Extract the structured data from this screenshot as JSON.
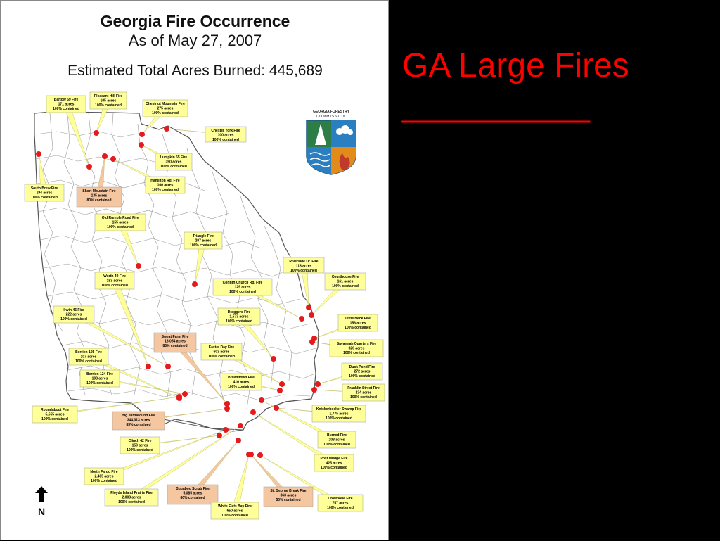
{
  "map_panel": {
    "title": "Georgia Fire Occurrence",
    "date_line": "As of May 27, 2007",
    "acres_line": "Estimated Total Acres Burned: 445,689",
    "north_label": "N",
    "logo_lines": [
      "GEORGIA FORESTRY",
      "COMMISSION"
    ]
  },
  "slide": {
    "title": "GA Large Fires",
    "rule": "__________"
  },
  "colors": {
    "label_yellow": "#ffff99",
    "label_peach": "#f4c7a1",
    "fire_dot": "#e41a1c",
    "title_red": "#ff0000"
  },
  "fires": [
    {
      "lines": [
        "Bartow 59 Fire",
        "171 acres",
        "100% contained"
      ],
      "style": "yellow"
    },
    {
      "lines": [
        "Pleasant Hill Fire",
        "105 acres",
        "100% contained"
      ],
      "style": "yellow"
    },
    {
      "lines": [
        "Chestnut Mountain Fire",
        "275 acres",
        "100% contained"
      ],
      "style": "yellow"
    },
    {
      "lines": [
        "Chester York Fire",
        "100 acres",
        "100% contained"
      ],
      "style": "yellow"
    },
    {
      "lines": [
        "Lumpkin 55 Fire",
        "390 acres",
        "100% contained"
      ],
      "style": "yellow"
    },
    {
      "lines": [
        "Hamilton Rd. Fire",
        "160 acres",
        "100% contained"
      ],
      "style": "yellow"
    },
    {
      "lines": [
        "South Brew Fire",
        "194 acres",
        "100% contained"
      ],
      "style": "yellow"
    },
    {
      "lines": [
        "Short Mountain Fire",
        "135 acres",
        "80% contained"
      ],
      "style": "peach"
    },
    {
      "lines": [
        "Old Rumble Road Fire",
        "155 acres",
        "100% contained"
      ],
      "style": "yellow"
    },
    {
      "lines": [
        "Triangle Fire",
        "207 acres",
        "100% contained"
      ],
      "style": "yellow"
    },
    {
      "lines": [
        "Riverside Dr. Fire",
        "118 acres",
        "100% contained"
      ],
      "style": "yellow"
    },
    {
      "lines": [
        "Courthouse Fire",
        "161 acres",
        "100% contained"
      ],
      "style": "yellow"
    },
    {
      "lines": [
        "Worth 49 Fire",
        "183 acres",
        "100% contained"
      ],
      "style": "yellow"
    },
    {
      "lines": [
        "Corinth Church Rd. Fire",
        "129 acres",
        "100% contained"
      ],
      "style": "yellow"
    },
    {
      "lines": [
        "Irwin 45 Fire",
        "222 acres",
        "100% contained"
      ],
      "style": "yellow"
    },
    {
      "lines": [
        "Draggers Fire",
        "1,573 acres",
        "100% contained"
      ],
      "style": "yellow"
    },
    {
      "lines": [
        "Little Neck Fire",
        "156 acres",
        "100% contained"
      ],
      "style": "yellow"
    },
    {
      "lines": [
        "Sweat Farm Fire",
        "13,054 acres",
        "85% contained"
      ],
      "style": "peach"
    },
    {
      "lines": [
        "Savannah Quarters Fire",
        "320 acres",
        "100% contained"
      ],
      "style": "yellow"
    },
    {
      "lines": [
        "Berrien 105 Fire",
        "107 acres",
        "100% contained"
      ],
      "style": "yellow"
    },
    {
      "lines": [
        "Easter Day Fire",
        "603 acres",
        "100% contained"
      ],
      "style": "yellow"
    },
    {
      "lines": [
        "Duck Pond Fire",
        "272 acres",
        "100% contained"
      ],
      "style": "yellow"
    },
    {
      "lines": [
        "Berrien 124 Fire",
        "108 acres",
        "100% contained"
      ],
      "style": "yellow"
    },
    {
      "lines": [
        "Browntown Fire",
        "410 acres",
        "100% contained"
      ],
      "style": "yellow"
    },
    {
      "lines": [
        "Franklin Street Fire",
        "234 acres",
        "100% contained"
      ],
      "style": "yellow"
    },
    {
      "lines": [
        "Roundabout Fire",
        "5,555 acres",
        "100% contained"
      ],
      "style": "yellow"
    },
    {
      "lines": [
        "Big Turnaround Fire",
        "344,313 acres",
        "83% contained"
      ],
      "style": "peach"
    },
    {
      "lines": [
        "Knickerbocker Swamp Fire",
        "1,775 acres",
        "100% contained"
      ],
      "style": "yellow"
    },
    {
      "lines": [
        "Burned Fire",
        "203 acres",
        "100% contained"
      ],
      "style": "yellow"
    },
    {
      "lines": [
        "Clinch 42 Fire",
        "159 acres",
        "100% contained"
      ],
      "style": "yellow"
    },
    {
      "lines": [
        "Post Mudge Fire",
        "425 acres",
        "100% contained"
      ],
      "style": "yellow"
    },
    {
      "lines": [
        "North Fargo Fire",
        "2,485 acres",
        "100% contained"
      ],
      "style": "yellow"
    },
    {
      "lines": [
        "Floyds Island Prairie Fire",
        "2,003 acres",
        "100% contained"
      ],
      "style": "yellow"
    },
    {
      "lines": [
        "Bugaboo Scrub Fire",
        "5,085 acres",
        "80% contained"
      ],
      "style": "peach"
    },
    {
      "lines": [
        "St. George Break Fire",
        "863 acres",
        "50% contained"
      ],
      "style": "peach"
    },
    {
      "lines": [
        "Crowbone Fire",
        "757 acres",
        "100% contained"
      ],
      "style": "yellow"
    },
    {
      "lines": [
        "White Flats Bay Fire",
        "650 acres",
        "100% contained"
      ],
      "style": "yellow"
    }
  ]
}
